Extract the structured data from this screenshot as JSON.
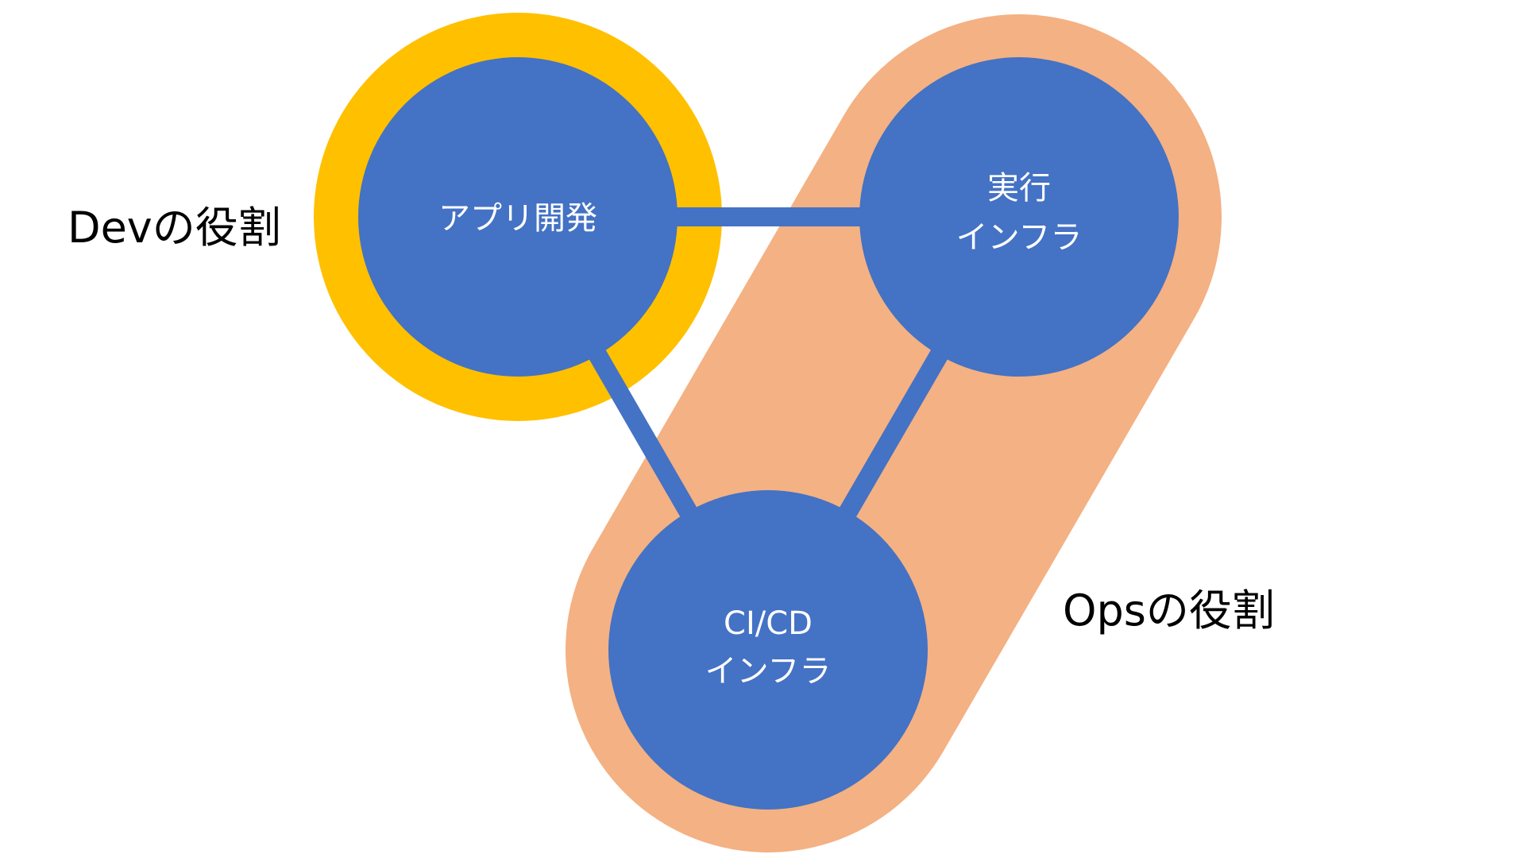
{
  "colors": {
    "background": "#ffffff",
    "dev_ring": "#ffc000",
    "ops_region": "#f4b183",
    "node_fill": "#4472c4",
    "connector": "#4472c4",
    "node_text": "#ffffff",
    "role_text": "#000000"
  },
  "nodes": {
    "app_dev": {
      "lines": [
        "アプリ開発"
      ]
    },
    "runtime_infra": {
      "lines": [
        "実行",
        "インフラ"
      ]
    },
    "cicd_infra": {
      "lines": [
        "CI/CD",
        "インフラ"
      ]
    }
  },
  "roles": {
    "dev": "Devの役割",
    "ops": "Opsの役割"
  }
}
